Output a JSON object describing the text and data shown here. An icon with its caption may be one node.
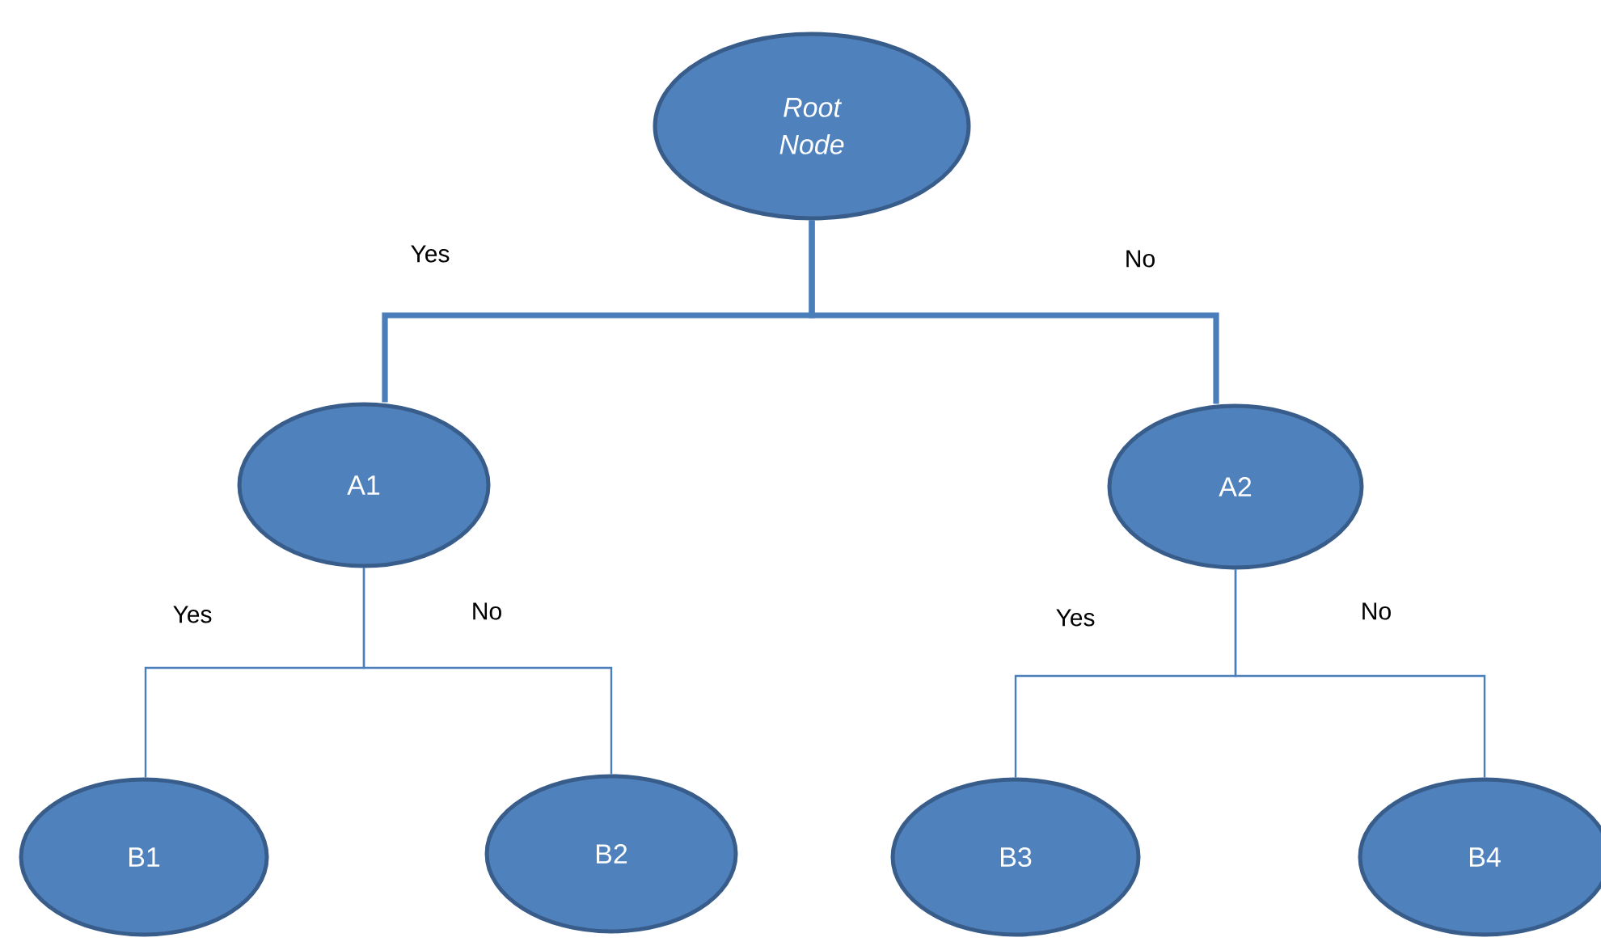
{
  "diagram": {
    "nodes": [
      {
        "text": [
          "*Root Node*"
        ]
      },
      {
        "text": [
          "A1"
        ]
      },
      {
        "text": [
          "A2"
        ]
      },
      {
        "text": [
          "B1"
        ]
      },
      {
        "text": [
          "B2"
        ]
      },
      {
        "text": [
          "B3"
        ]
      },
      {
        "text": [
          "B4"
        ]
      }
    ],
    "edges": [
      {
        "from": 0,
        "to": 1,
        "arrow": "none",
        "label": "Yes",
        "style": "thick"
      },
      {
        "from": 0,
        "to": 2,
        "arrow": "none",
        "label": "No",
        "style": "thick"
      },
      {
        "from": 1,
        "to": 3,
        "arrow": "none",
        "label": "Yes"
      },
      {
        "from": 1,
        "to": 4,
        "arrow": "none",
        "label": "No"
      },
      {
        "from": 2,
        "to": 5,
        "arrow": "none",
        "label": "Yes"
      },
      {
        "from": 2,
        "to": 6,
        "arrow": "none",
        "label": "No"
      }
    ]
  }
}
